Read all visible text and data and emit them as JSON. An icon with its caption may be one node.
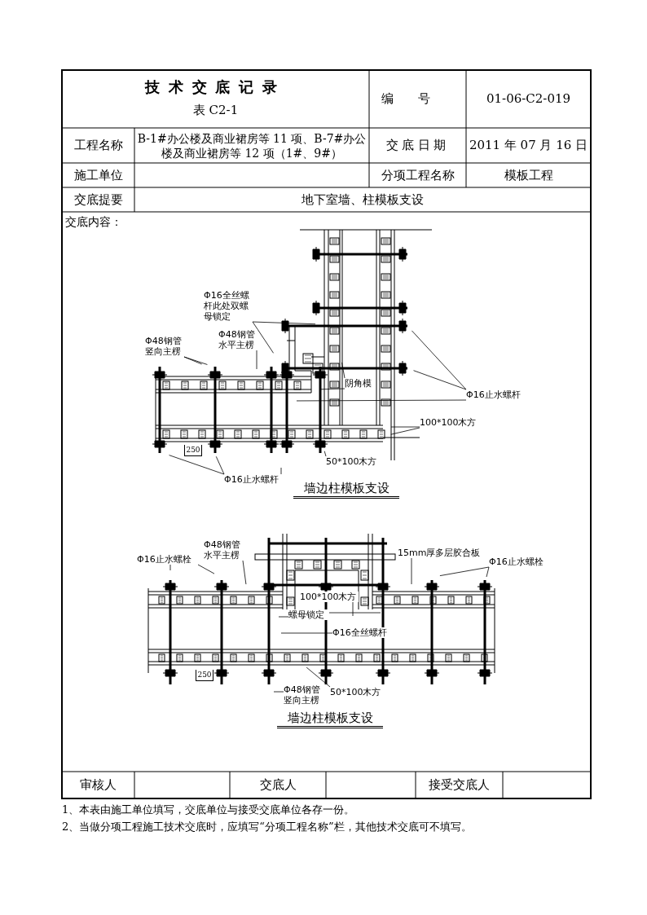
{
  "diagram": {
    "title": "技术交底记录",
    "nodes": [
      {
        "text": [
          "Φ16全丝螺杆此处双螺母锁定"
        ]
      },
      {
        "text": [
          "Φ48钢管竖向主楞"
        ]
      },
      {
        "text": [
          "Φ48钢管水平主楞"
        ]
      },
      {
        "text": [
          "阴角模"
        ]
      },
      {
        "text": [
          "Φ16止水螺杆"
        ]
      },
      {
        "text": [
          "100*100木方"
        ]
      },
      {
        "text": [
          "50*100木方"
        ]
      },
      {
        "text": [
          "Φ16止水螺杆"
        ]
      },
      {
        "text": [
          "Φ16止水螺栓"
        ]
      },
      {
        "text": [
          "Φ48钢管水平主楞"
        ]
      },
      {
        "text": [
          "15mm厚多层胶合板"
        ]
      },
      {
        "text": [
          "Φ16止水螺栓"
        ]
      },
      {
        "text": [
          "100*100木方"
        ]
      },
      {
        "text": [
          "螺母锁定"
        ]
      },
      {
        "text": [
          "Φ16全丝螺杆"
        ]
      },
      {
        "text": [
          "Φ48钢管竖向主楞"
        ]
      },
      {
        "text": [
          "50*100木方"
        ]
      }
    ],
    "edges": [
      {
        "from": 0,
        "to": null,
        "arrow": "none"
      },
      {
        "from": 0,
        "to": null,
        "arrow": "none"
      },
      {
        "from": 1,
        "to": null,
        "arrow": "none"
      },
      {
        "from": 1,
        "to": null,
        "arrow": "none"
      },
      {
        "from": 2,
        "to": null,
        "arrow": "none"
      },
      {
        "from": 3,
        "to": null,
        "arrow": "none"
      },
      {
        "from": 3,
        "to": null,
        "arrow": "none"
      },
      {
        "from": 4,
        "to": null,
        "arrow": "none"
      },
      {
        "from": 4,
        "to": null,
        "arrow": "none"
      },
      {
        "from": 4,
        "to": null,
        "arrow": "none"
      },
      {
        "from": 5,
        "to": null,
        "arrow": "none"
      },
      {
        "from": 5,
        "to": null,
        "arrow": "none"
      },
      {
        "from": 6,
        "to": null,
        "arrow": "none"
      },
      {
        "from": 7,
        "to": null,
        "arrow": "none"
      },
      {
        "from": 7,
        "to": null,
        "arrow": "none"
      },
      {
        "from": 7,
        "to": null,
        "arrow": "none"
      },
      {
        "from": 8,
        "to": null,
        "arrow": "none"
      },
      {
        "from": 8,
        "to": null,
        "arrow": "none"
      },
      {
        "from": 9,
        "to": null,
        "arrow": "none"
      },
      {
        "from": 10,
        "to": null,
        "arrow": "none"
      },
      {
        "from": 11,
        "to": null,
        "arrow": "none"
      },
      {
        "from": 11,
        "to": null,
        "arrow": "none"
      },
      {
        "from": 12,
        "to": null,
        "arrow": "none"
      },
      {
        "from": 13,
        "to": null,
        "arrow": "none"
      },
      {
        "from": 13,
        "to": null,
        "arrow": "none"
      },
      {
        "from": 14,
        "to": null,
        "arrow": "none"
      },
      {
        "from": 15,
        "to": null,
        "arrow": "none"
      },
      {
        "from": 16,
        "to": null,
        "arrow": "none"
      }
    ],
    "labels": [
      "表 C2-1",
      "编号",
      "01-06-C2-019",
      "工程名称",
      "B-1#办公楼及商业裙房等 11 项、B-7#办公楼及商业裙房等 12 项（1#、9#）",
      "交底日期",
      "2011 年 07 月 16 日",
      "施工单位",
      "分项工程名称",
      "模板工程",
      "交底提要",
      "地下室墙、柱模板支设",
      "交底内容：",
      "250",
      "墙边柱模板支设",
      "250",
      "墙边柱模板支设",
      "审核人",
      "交底人",
      "接受交底人",
      "1、本表由施工单位填写，交底单位与接受交底单位各存一份。",
      "2、当做分项工程施工技术交底时，应填写“分项工程名称”栏，其他技术交底可不填写。"
    ]
  }
}
